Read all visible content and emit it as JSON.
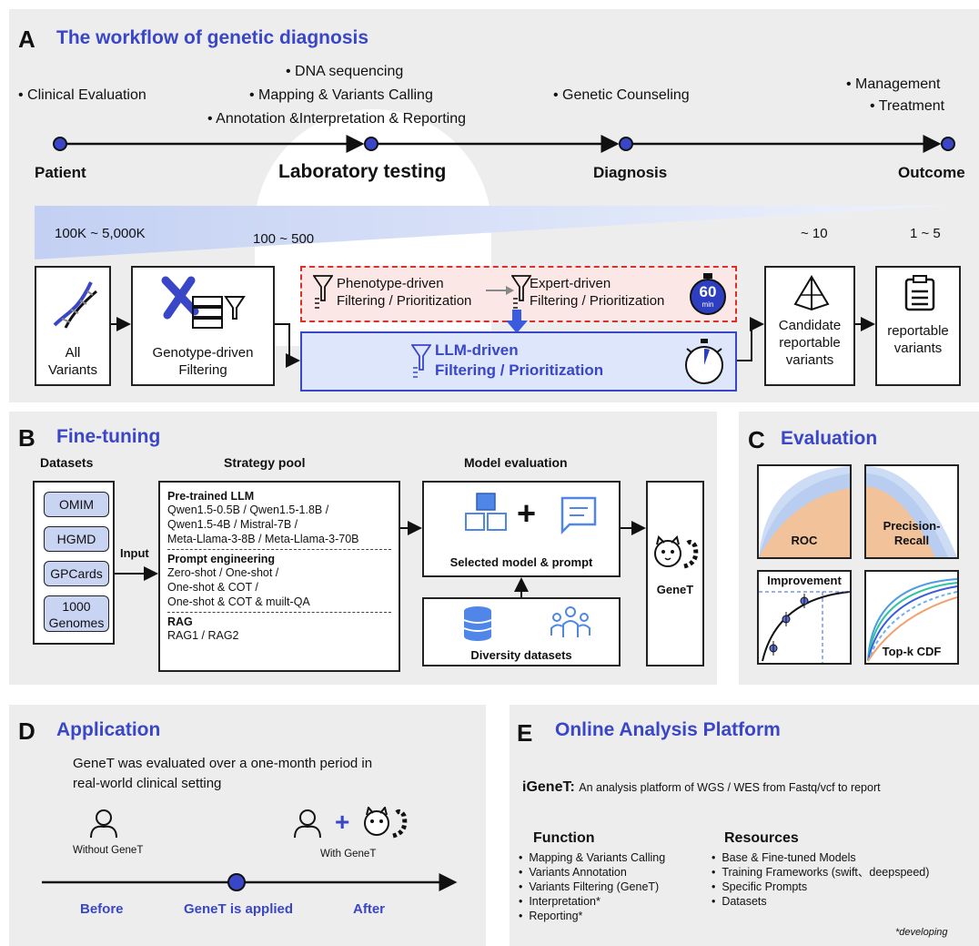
{
  "panelA": {
    "letter": "A",
    "title": "The workflow of genetic diagnosis",
    "bullets": {
      "clinical": "• Clinical Evaluation",
      "dna": "• DNA sequencing",
      "mapping": "• Mapping & Variants Calling",
      "annotation": "• Annotation &Interpretation & Reporting",
      "counseling": "• Genetic Counseling",
      "management": "• Management",
      "treatment": "• Treatment"
    },
    "stages": {
      "patient": "Patient",
      "lab": "Laboratory testing",
      "diagnosis": "Diagnosis",
      "outcome": "Outcome"
    },
    "counts": {
      "all": "100K ~ 5,000K",
      "genotype": "100 ~ 500",
      "candidate": "~ 10",
      "reportable": "1 ~ 5"
    },
    "boxes": {
      "all_line1": "All",
      "all_line2": "Variants",
      "genotype_line1": "Genotype-driven",
      "genotype_line2": "Filtering",
      "phenotype_line1": "Phenotype-driven",
      "phenotype_line2": "Filtering / Prioritization",
      "expert_line1": "Expert-driven",
      "expert_line2": "Filtering / Prioritization",
      "timer_value": "60",
      "timer_unit": "min",
      "llm_line1": "LLM-driven",
      "llm_line2": "Filtering / Prioritization",
      "candidate_line1": "Candidate",
      "candidate_line2": "reportable",
      "candidate_line3": "variants",
      "reportable_line1": "reportable",
      "reportable_line2": "variants"
    },
    "colors": {
      "accent": "#3a46c8",
      "llm_fill": "#dde6fa",
      "red_dash": "#d9302b"
    }
  },
  "panelB": {
    "letter": "B",
    "title": "Fine-tuning",
    "datasets_header": "Datasets",
    "datasets": [
      "OMIM",
      "HGMD",
      "GPCards",
      "1000 Genomes"
    ],
    "input_label": "Input",
    "strategy_header": "Strategy pool",
    "pretrained_header": "Pre-trained LLM",
    "pretrained_lines": [
      "Qwen1.5-0.5B / Qwen1.5-1.8B /",
      "Qwen1.5-4B / Mistral-7B /",
      "Meta-Llama-3-8B / Meta-Llama-3-70B"
    ],
    "prompt_header": "Prompt engineering",
    "prompt_lines": [
      "Zero-shot / One-shot /",
      "One-shot & COT /",
      "One-shot & COT & muilt-QA"
    ],
    "rag_header": "RAG",
    "rag_lines": [
      "RAG1 / RAG2"
    ],
    "eval_header": "Model evaluation",
    "selected_label": "Selected model & prompt",
    "diversity_label": "Diversity datasets",
    "genet_label": "GeneT"
  },
  "panelC": {
    "letter": "C",
    "title": "Evaluation",
    "roc": "ROC",
    "pr_line1": "Precision-",
    "pr_line2": "Recall",
    "improvement": "Improvement",
    "topk": "Top-k CDF"
  },
  "panelD": {
    "letter": "D",
    "title": "Application",
    "desc_line1": "GeneT was evaluated over a one-month period in",
    "desc_line2": "real-world clinical setting",
    "without": "Without GeneT",
    "with": "With GeneT",
    "before": "Before",
    "applied": "GeneT is applied",
    "after": "After"
  },
  "panelE": {
    "letter": "E",
    "title": "Online Analysis Platform",
    "igenet": "iGeneT:",
    "igenet_desc": "An analysis platform of WGS / WES from Fastq/vcf to report",
    "function_header": "Function",
    "functions": [
      "Mapping & Variants Calling",
      "Variants  Annotation",
      "Variants Filtering (GeneT)",
      "Interpretation*",
      "Reporting*"
    ],
    "resources_header": "Resources",
    "resources": [
      "Base & Fine-tuned Models",
      "Training Frameworks (swift、deepspeed)",
      "Specific Prompts",
      "Datasets"
    ],
    "footnote": "*developing"
  }
}
